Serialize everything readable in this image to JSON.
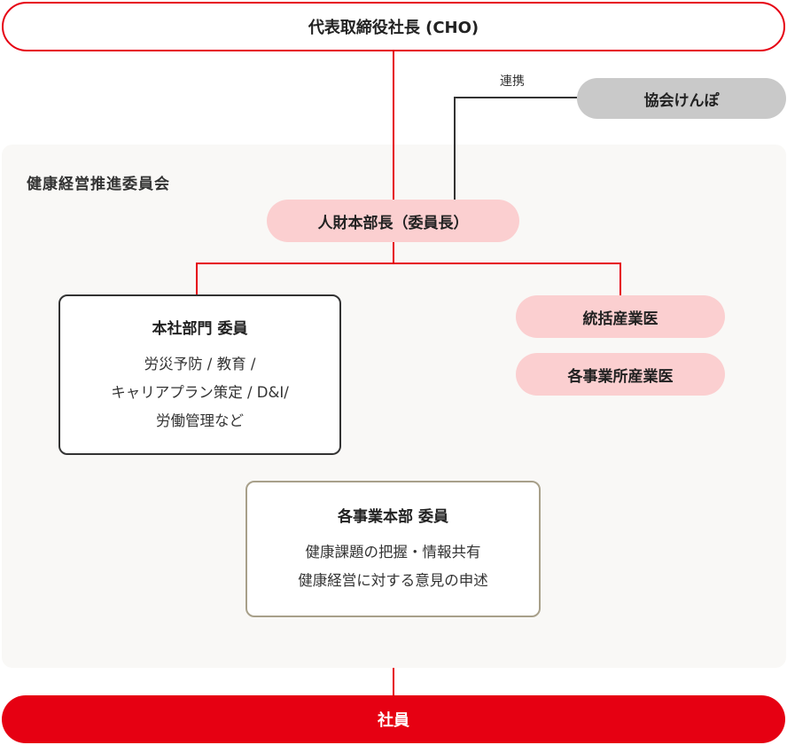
{
  "top": {
    "label": "代表取締役社長 (CHO)"
  },
  "partner": {
    "label": "協会けんぽ",
    "link_label": "連携"
  },
  "committee": {
    "label": "健康経営推進委員会",
    "chair": "人財本部長（委員長）",
    "hq": {
      "title": "本社部門 委員",
      "lines": [
        "労災予防 / 教育 /",
        "キャリアプラン策定 / D&I/",
        "労働管理など"
      ]
    },
    "doctors": [
      "統括産業医",
      "各事業所産業医"
    ],
    "business": {
      "title": "各事業本部 委員",
      "lines": [
        "健康課題の把握・情報共有",
        "健康経営に対する意見の申述"
      ]
    }
  },
  "bottom": {
    "label": "社員"
  },
  "colors": {
    "accent_red": "#e60012",
    "pink": "#fbcfd0",
    "gray_pill": "#c9c9c9",
    "panel_bg": "#f9f8f6",
    "hq_border": "#333333",
    "business_border": "#a8a08a"
  }
}
